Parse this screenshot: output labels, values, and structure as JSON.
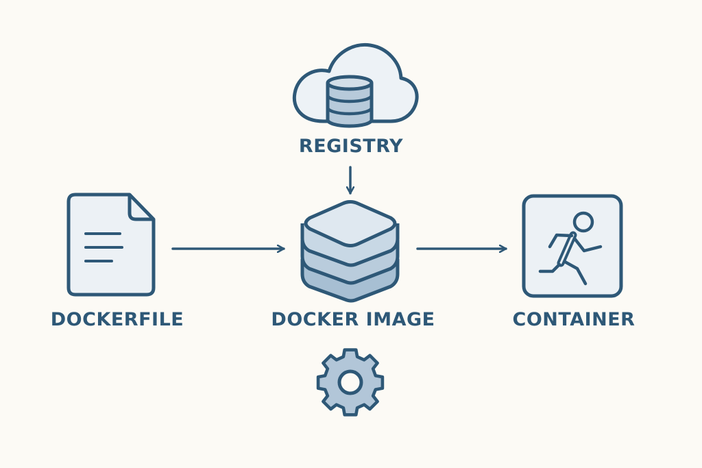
{
  "nodes": {
    "registry": {
      "label": "REGISTRY",
      "icon": "cloud-database-icon"
    },
    "dockerfile": {
      "label": "DOCKERFILE",
      "icon": "document-icon"
    },
    "docker_image": {
      "label": "DOCKER IMAGE",
      "icon": "layered-stack-icon"
    },
    "container": {
      "label": "CONTAINER",
      "icon": "running-person-icon"
    },
    "build": {
      "icon": "gear-icon"
    }
  },
  "edges": [
    {
      "from": "registry",
      "to": "docker_image"
    },
    {
      "from": "dockerfile",
      "to": "docker_image"
    },
    {
      "from": "docker_image",
      "to": "container"
    }
  ],
  "colors": {
    "stroke": "#2e5877",
    "fill_light": "#e9eff4",
    "fill_mid": "#b7cada",
    "fill_dark": "#94aec4",
    "background": "#fcfaf5"
  }
}
